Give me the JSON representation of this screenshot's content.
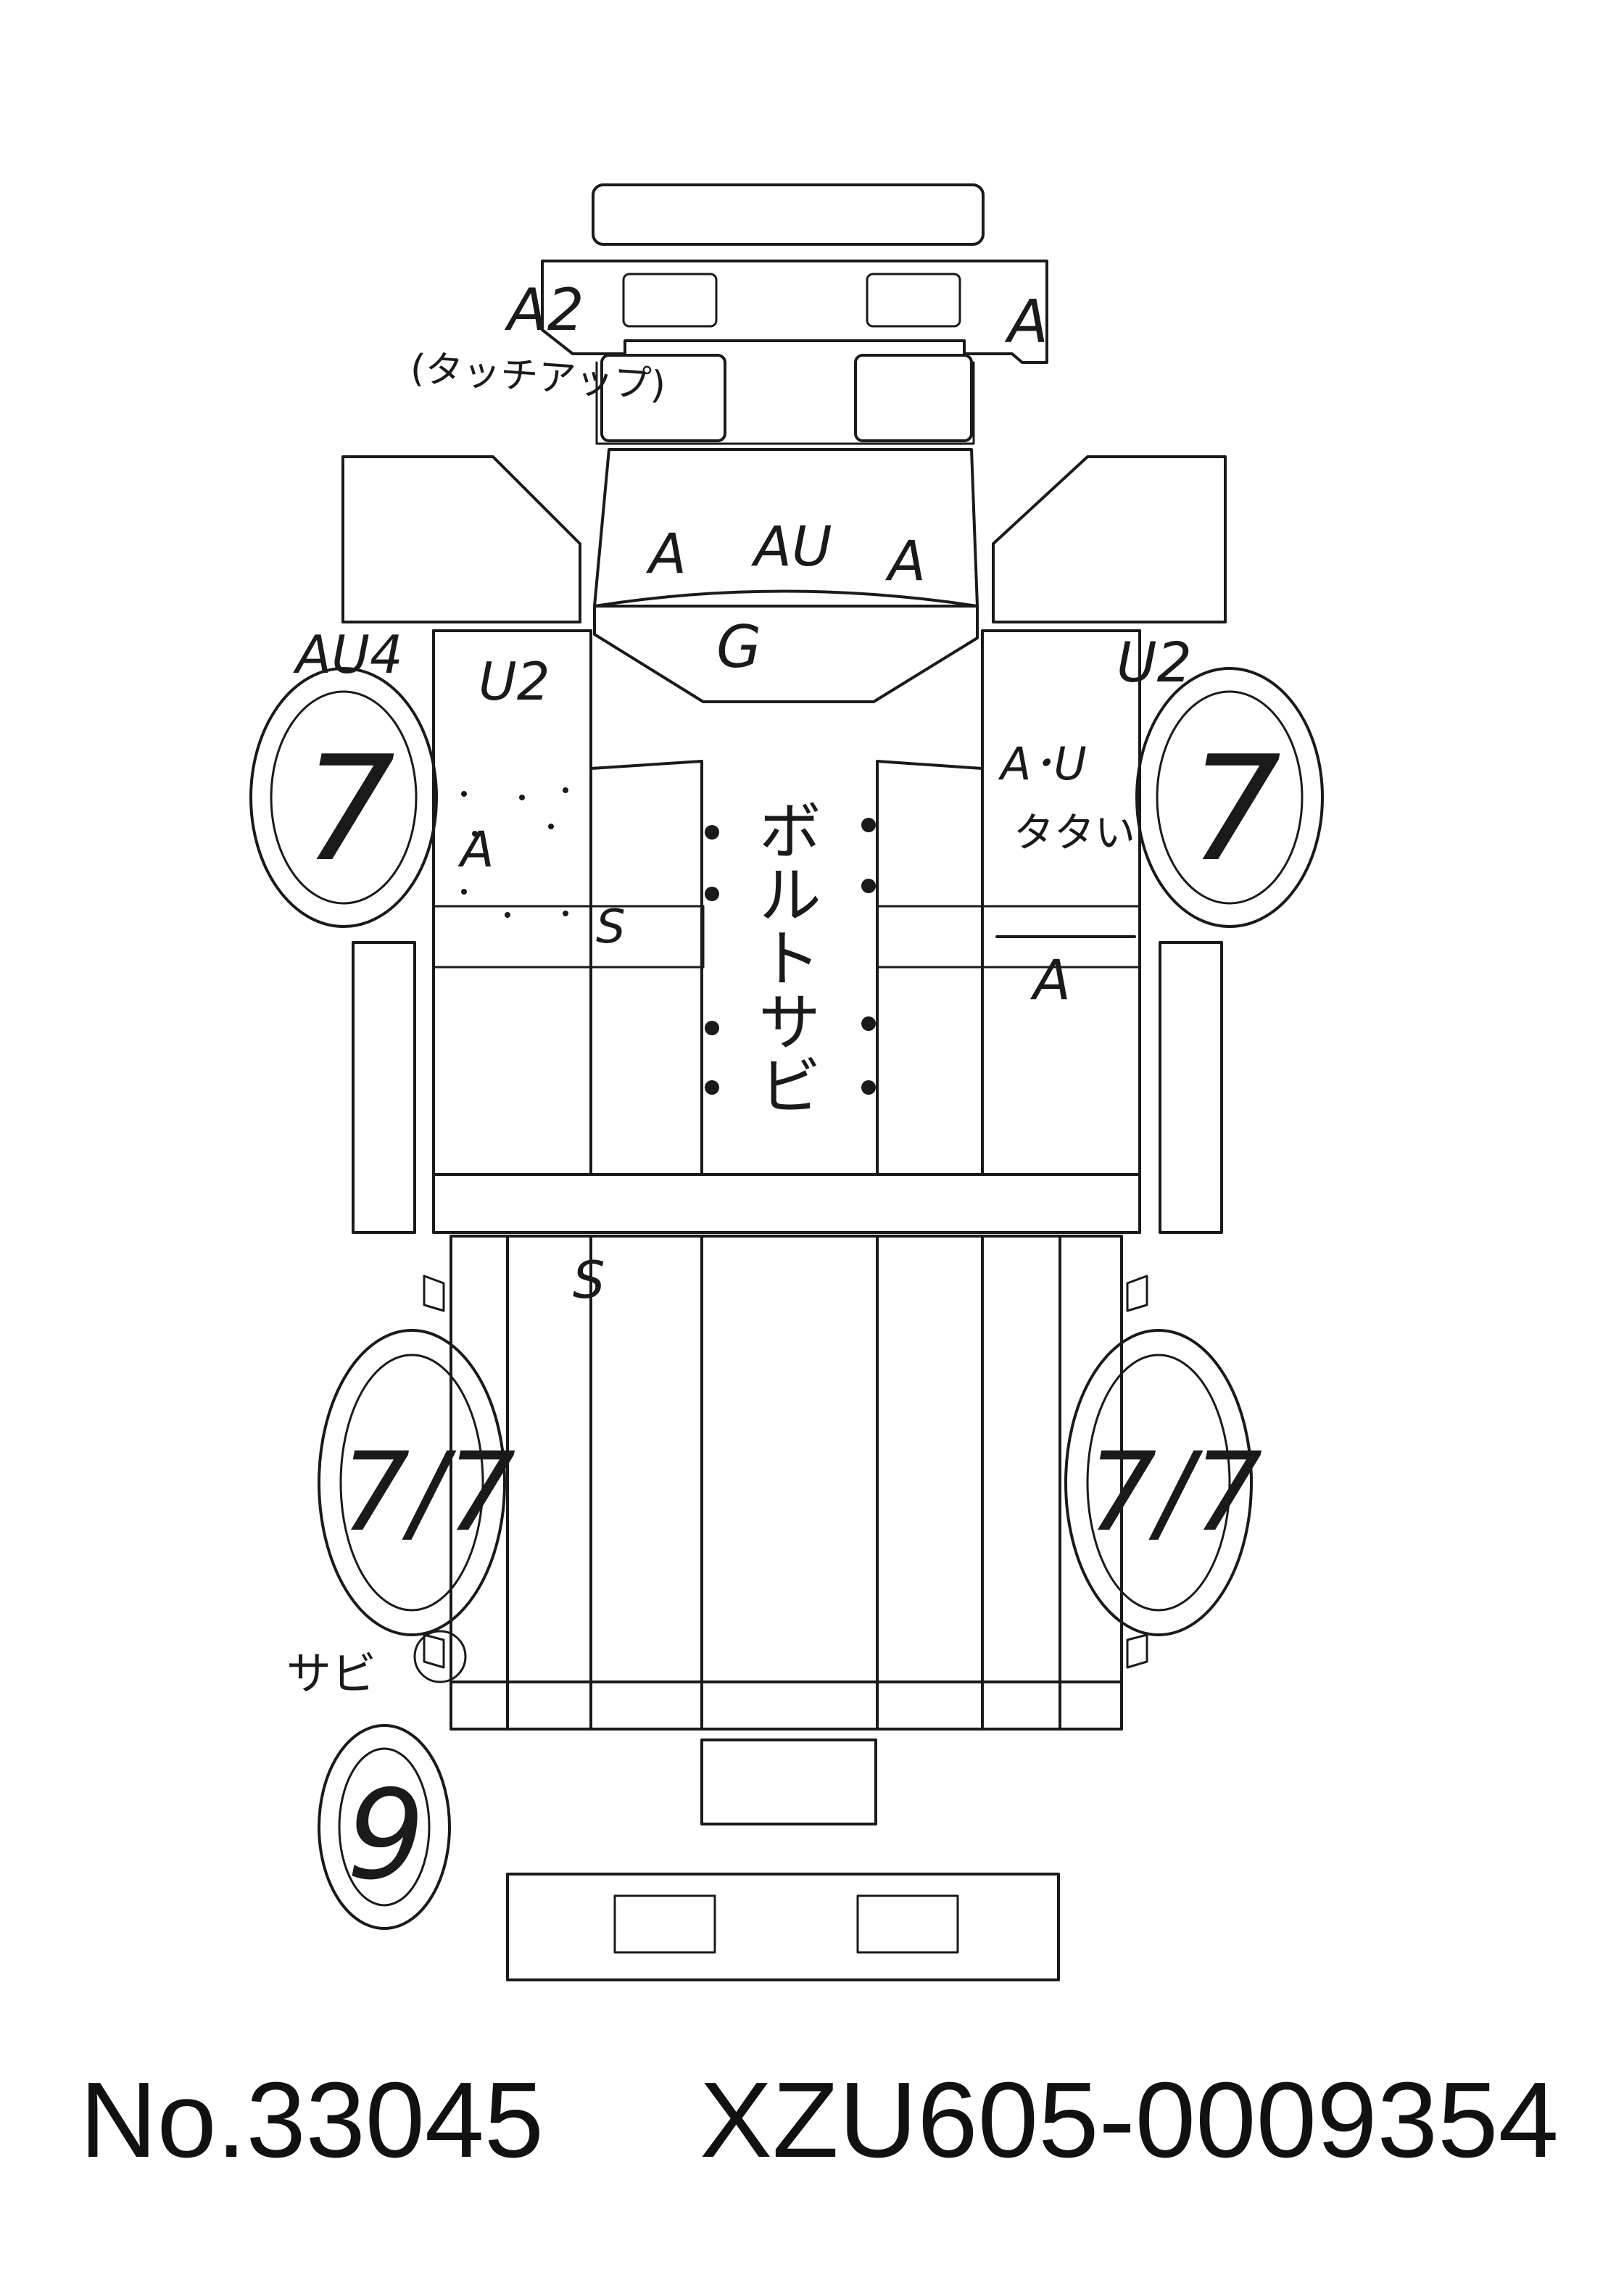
{
  "annotations": {
    "front_a2": "A2",
    "front_a2_note": "(タッチアップ)",
    "front_right_a": "A",
    "hood_left_a": "A",
    "hood_center_au": "AU",
    "hood_right_a": "A",
    "windshield_g": "G",
    "left_fender_au4": "AU4",
    "left_fender_u2": "U2",
    "right_fender_u2": "U2",
    "left_tire_front": "7",
    "right_tire_front": "7",
    "left_door_a": "A",
    "left_door_s": "S",
    "right_door_au": "A･U",
    "right_door_note": "タタい",
    "right_door_a": "A",
    "cab_note": "ボルトサビ",
    "bed_s": "S",
    "left_tire_rear": "7/7",
    "right_tire_rear": "7/7",
    "rear_rust": "サビ",
    "spare_tire": "9"
  },
  "footer": {
    "number": "No.33045",
    "chassis": "XZU605-0009354"
  }
}
